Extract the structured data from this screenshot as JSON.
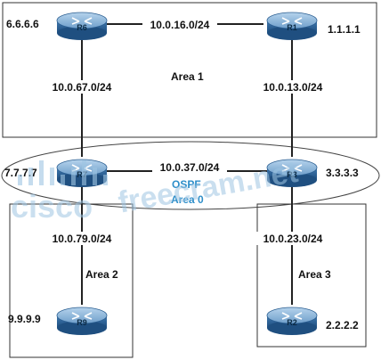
{
  "areas": {
    "area1": "Area 1",
    "area0_protocol": "OSPF",
    "area0": "Area 0",
    "area2": "Area 2",
    "area3": "Area 3"
  },
  "routers": {
    "r6": {
      "name": "R6",
      "router_id": "6.6.6.6"
    },
    "r1": {
      "name": "R1",
      "router_id": "1.1.1.1"
    },
    "r7": {
      "name": "R7",
      "router_id": "7.7.7.7"
    },
    "r3": {
      "name": "R3",
      "router_id": "3.3.3.3"
    },
    "r9": {
      "name": "R9",
      "router_id": "9.9.9.9"
    },
    "r2": {
      "name": "R2",
      "router_id": "2.2.2.2"
    }
  },
  "links": {
    "r6_r1": "10.0.16.0/24",
    "r6_r7": "10.0.67.0/24",
    "r1_r3": "10.0.13.0/24",
    "r7_r3": "10.0.37.0/24",
    "r7_r9": "10.0.79.0/24",
    "r3_r2": "10.0.23.0/24"
  },
  "watermark": {
    "brand": "cisco",
    "site": "freecram.net"
  },
  "colors": {
    "router_body": "#3a73a8",
    "router_top": "#8fb8dc",
    "ospf_text": "#2d8ec9"
  }
}
